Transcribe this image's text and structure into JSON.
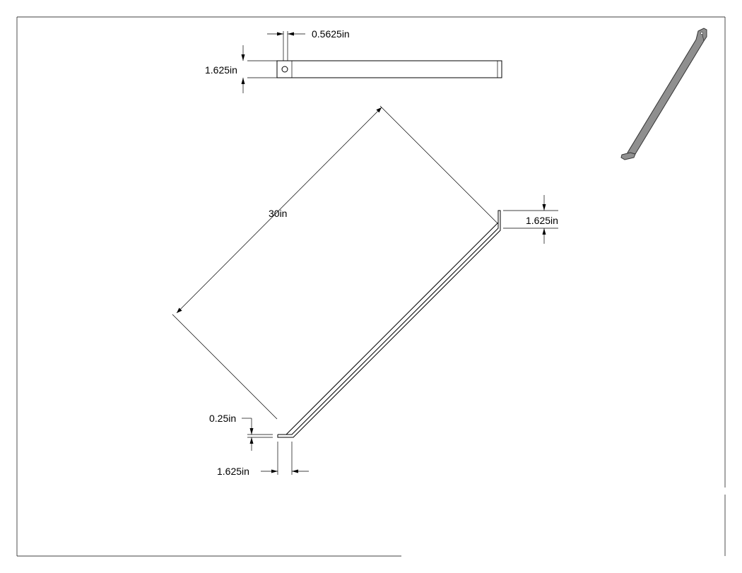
{
  "drawing": {
    "top_view": {
      "hole_spacing_label": "0.5625in",
      "width_label": "1.625in"
    },
    "main_view": {
      "length_label": "30in",
      "right_tab_label": "1.625in",
      "thickness_label": "0.25in",
      "bottom_tab_label": "1.625in"
    },
    "iso_view": {
      "part_color": "#8f8f8f"
    }
  }
}
